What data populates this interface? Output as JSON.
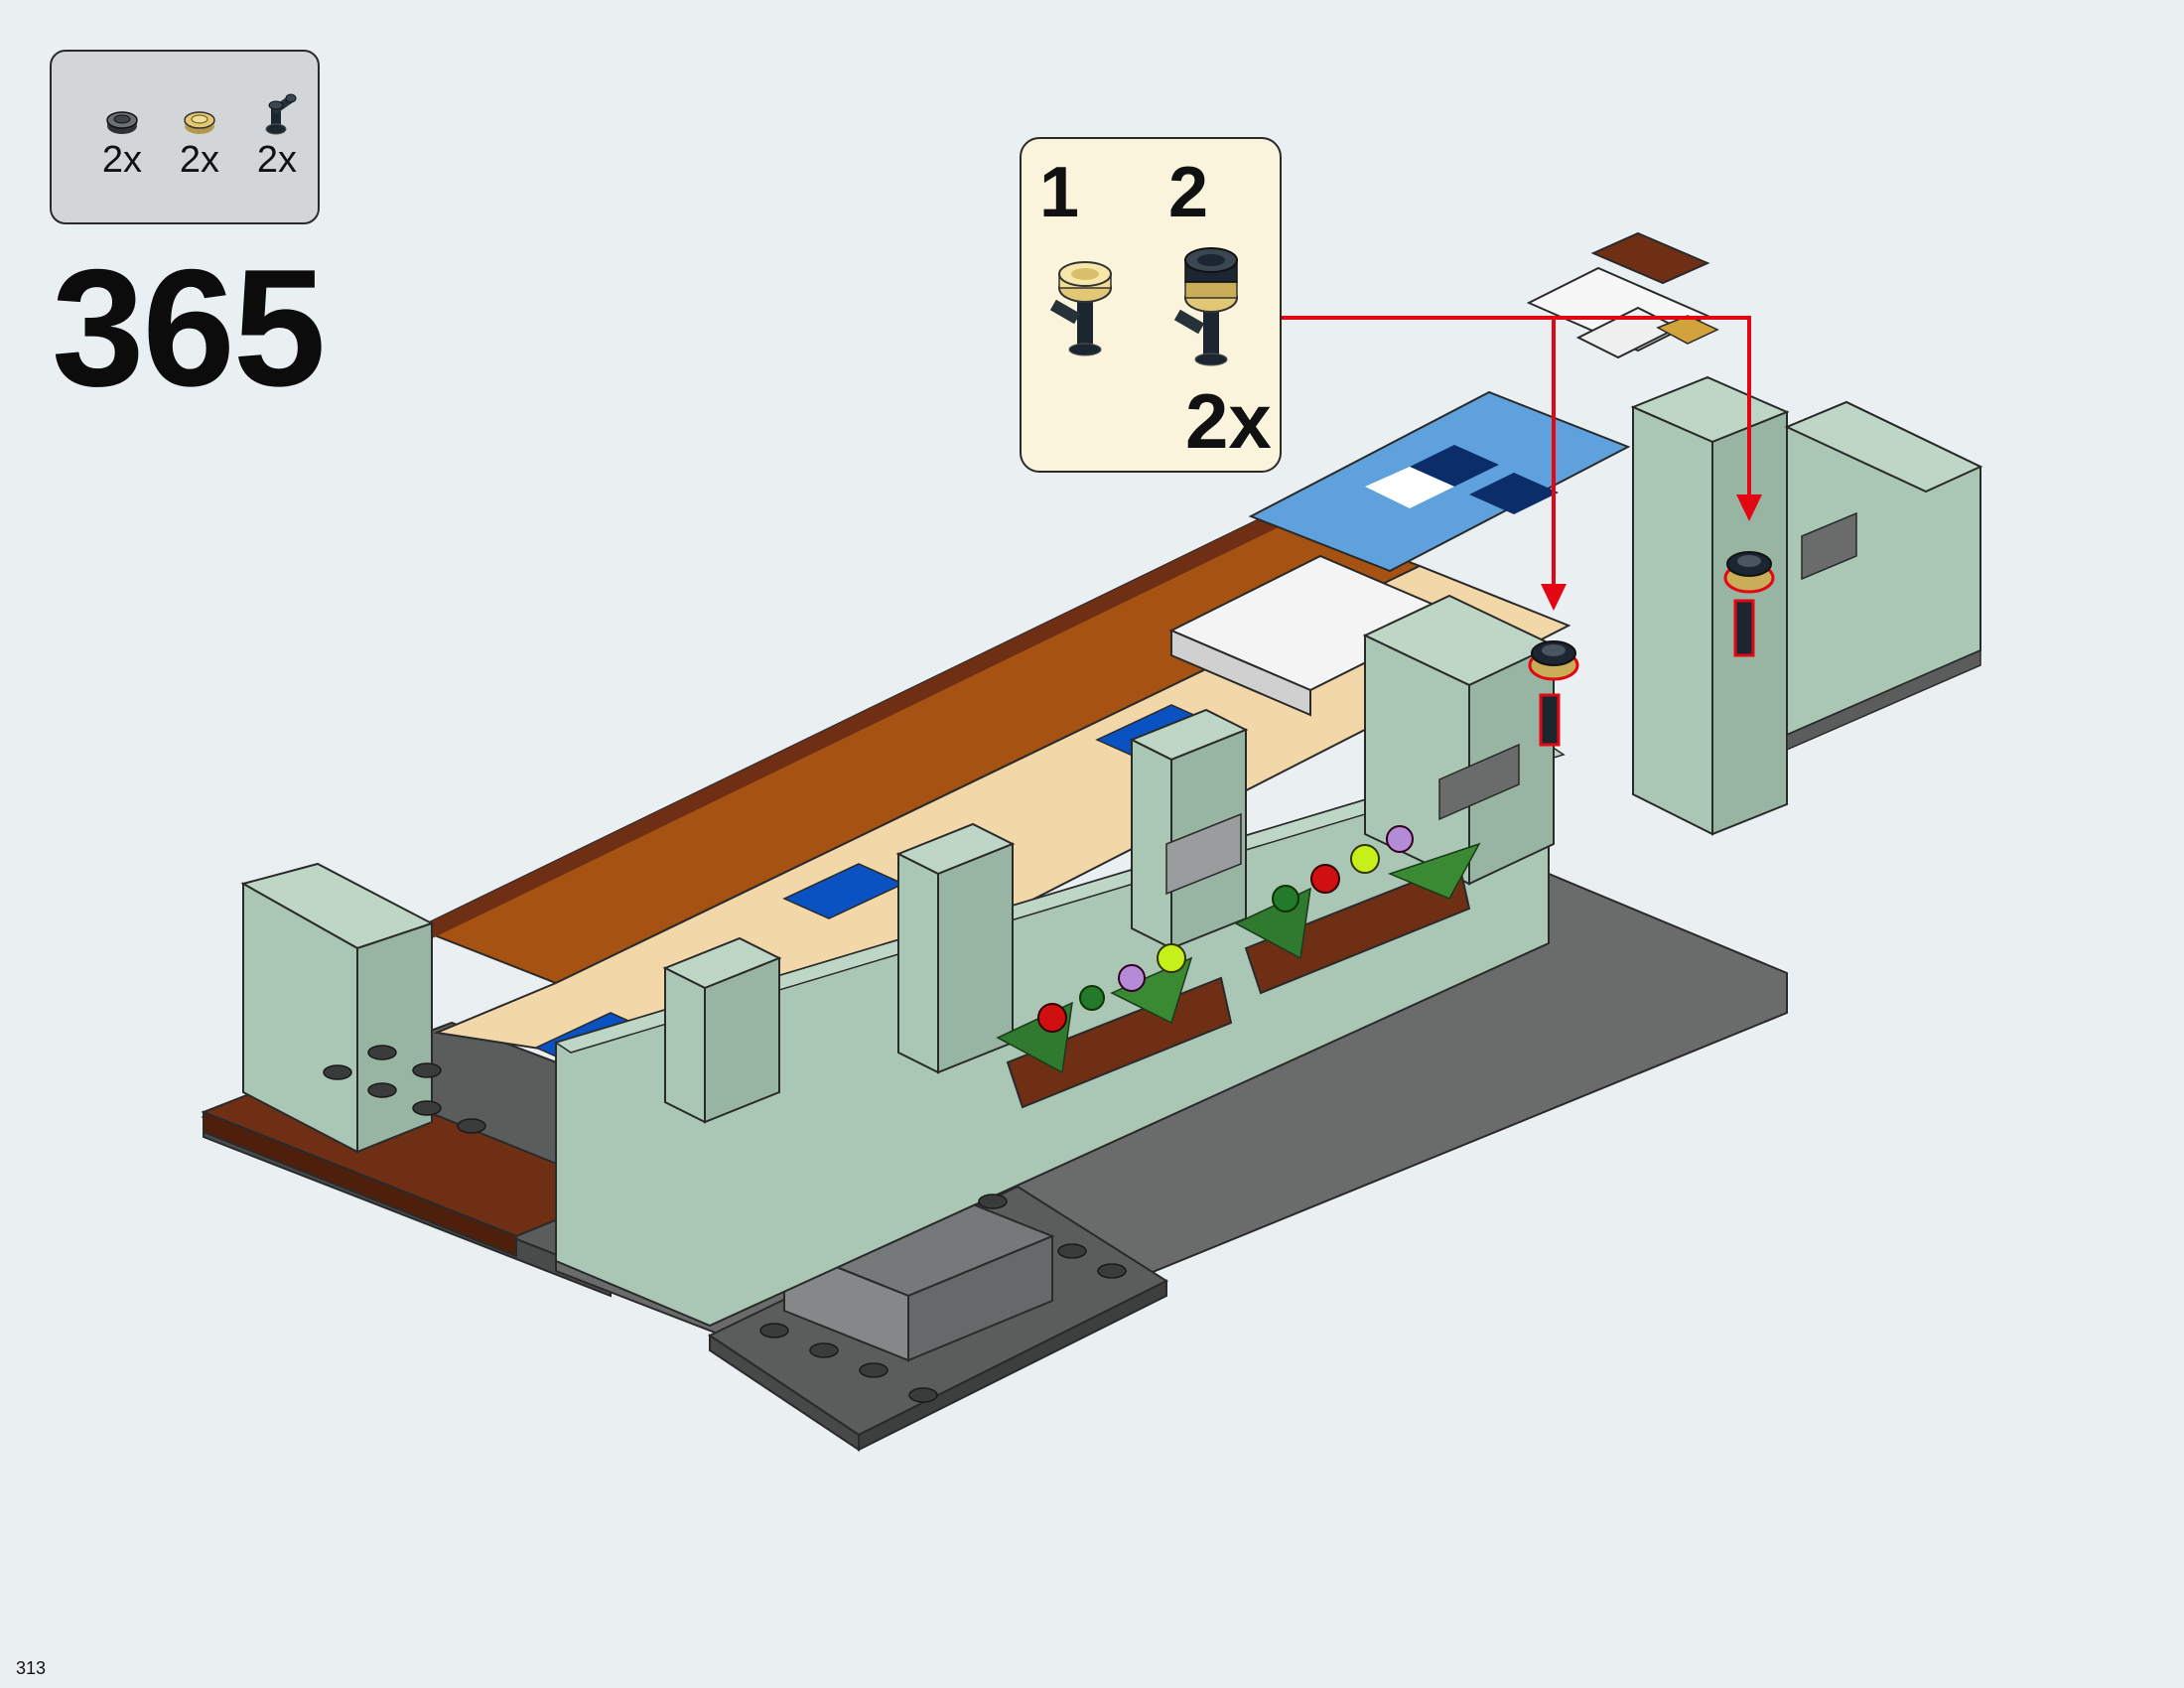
{
  "parts_list": [
    {
      "quantity": "2x",
      "icon": "dark-round-plate-icon",
      "color": "#3f4448"
    },
    {
      "quantity": "2x",
      "icon": "tan-round-plate-icon",
      "color": "#e2c874"
    },
    {
      "quantity": "2x",
      "icon": "black-hose-nozzle-icon",
      "color": "#1c2630"
    }
  ],
  "step_number": "365",
  "subassembly": {
    "steps": [
      "1",
      "2"
    ],
    "multiplier": "2x"
  },
  "page_number": "313",
  "colors": {
    "background": "#eaeff2",
    "callout_arrow": "#e30613",
    "callout_background": "#fbf4dc",
    "sand_green": "#a9c7b4",
    "dark_gray": "#5b5d5c",
    "reddish_brown": "#6f2f15",
    "dark_orange": "#a55212",
    "tan": "#f2d8a8",
    "blue": "#0a52c2",
    "medium_blue": "#5ea1dc"
  }
}
